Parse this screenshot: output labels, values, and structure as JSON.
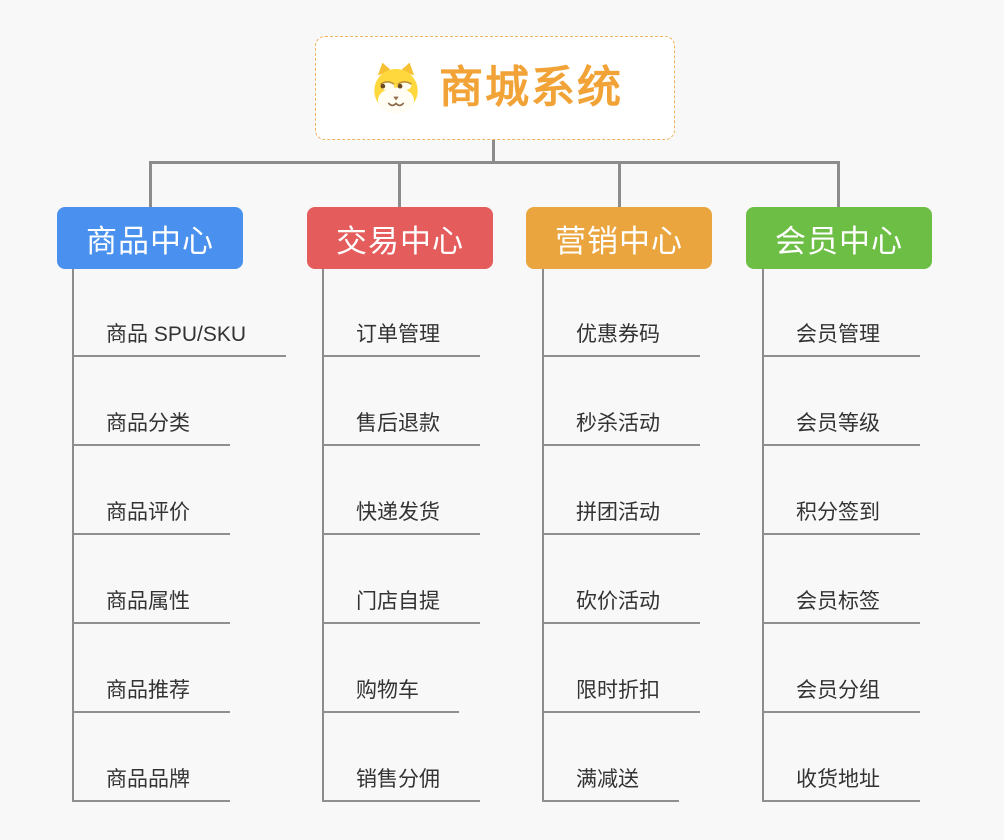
{
  "root": {
    "title": "商城系统",
    "icon": "dog-face-icon",
    "accent_color": "#f2a337",
    "border_color": "#f0b35c"
  },
  "connector_color": "#8c8c8c",
  "branches": [
    {
      "title": "商品中心",
      "color": "#4a90ee",
      "items": [
        "商品 SPU/SKU",
        "商品分类",
        "商品评价",
        "商品属性",
        "商品推荐",
        "商品品牌"
      ]
    },
    {
      "title": "交易中心",
      "color": "#e45c5c",
      "items": [
        "订单管理",
        "售后退款",
        "快递发货",
        "门店自提",
        "购物车",
        "销售分佣"
      ]
    },
    {
      "title": "营销中心",
      "color": "#eaa53e",
      "items": [
        "优惠券码",
        "秒杀活动",
        "拼团活动",
        "砍价活动",
        "限时折扣",
        "满减送"
      ]
    },
    {
      "title": "会员中心",
      "color": "#6cbe45",
      "items": [
        "会员管理",
        "会员等级",
        "积分签到",
        "会员标签",
        "会员分组",
        "收货地址"
      ]
    }
  ]
}
